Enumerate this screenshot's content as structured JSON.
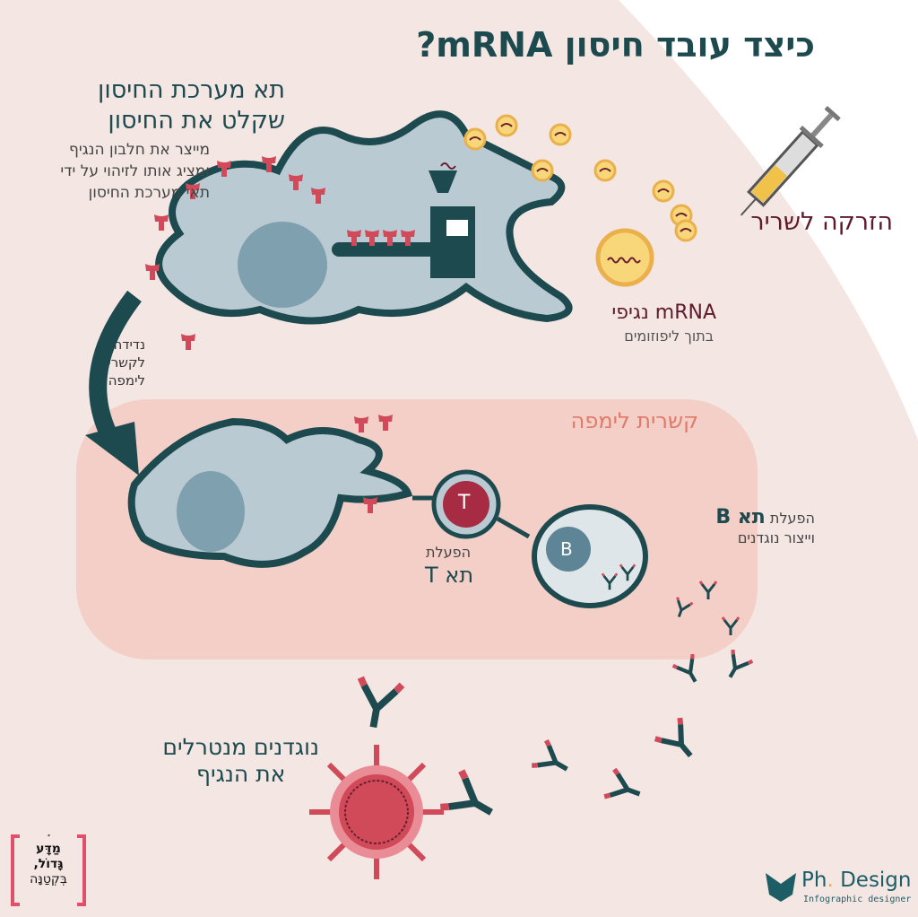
{
  "title": "כיצד עובד חיסון mRNA?",
  "immune_cell": {
    "heading_line1": "תא מערכת החיסון",
    "heading_line2": "שקלט את החיסון",
    "desc_line1": "מייצר את חלבון הנגיף",
    "desc_line2": "ומציג אותו לזיהוי על ידי",
    "desc_line3": "תאי מערכת החיסון"
  },
  "injection": {
    "label": "הזרקה לשריר"
  },
  "liposome": {
    "label": "mRNA נגיפי",
    "sub": "בתוך ליפוזומים"
  },
  "migration": {
    "line1": "נדידה",
    "line2": "לקשרי",
    "line3": "לימפה"
  },
  "lymph_node": {
    "label": "קשרית לימפה"
  },
  "t_cell": {
    "letter": "T",
    "activation": "הפעלת",
    "name": "תא T"
  },
  "b_cell": {
    "letter": "B",
    "activation": "הפעלת",
    "name": "תא B",
    "production": "וייצור נוגדנים"
  },
  "neutralizing": {
    "line1": "נוגדנים מנטרלים",
    "line2": "את הנגיף"
  },
  "logos": {
    "left": {
      "line1": "מַדָּע",
      "line2": "גָּדוֹל,",
      "line3": "בְּקְטַנָּה"
    },
    "right": {
      "name_a": "Ph",
      "dot": ".",
      "name_b": " Design",
      "sub": "Infographic designer"
    }
  },
  "colors": {
    "teal": "#1d4a4f",
    "cell": "#b9cad3",
    "receptor": "#d04a5a",
    "lymph": "#f4cfc7",
    "liposome": "#f8d77a"
  }
}
